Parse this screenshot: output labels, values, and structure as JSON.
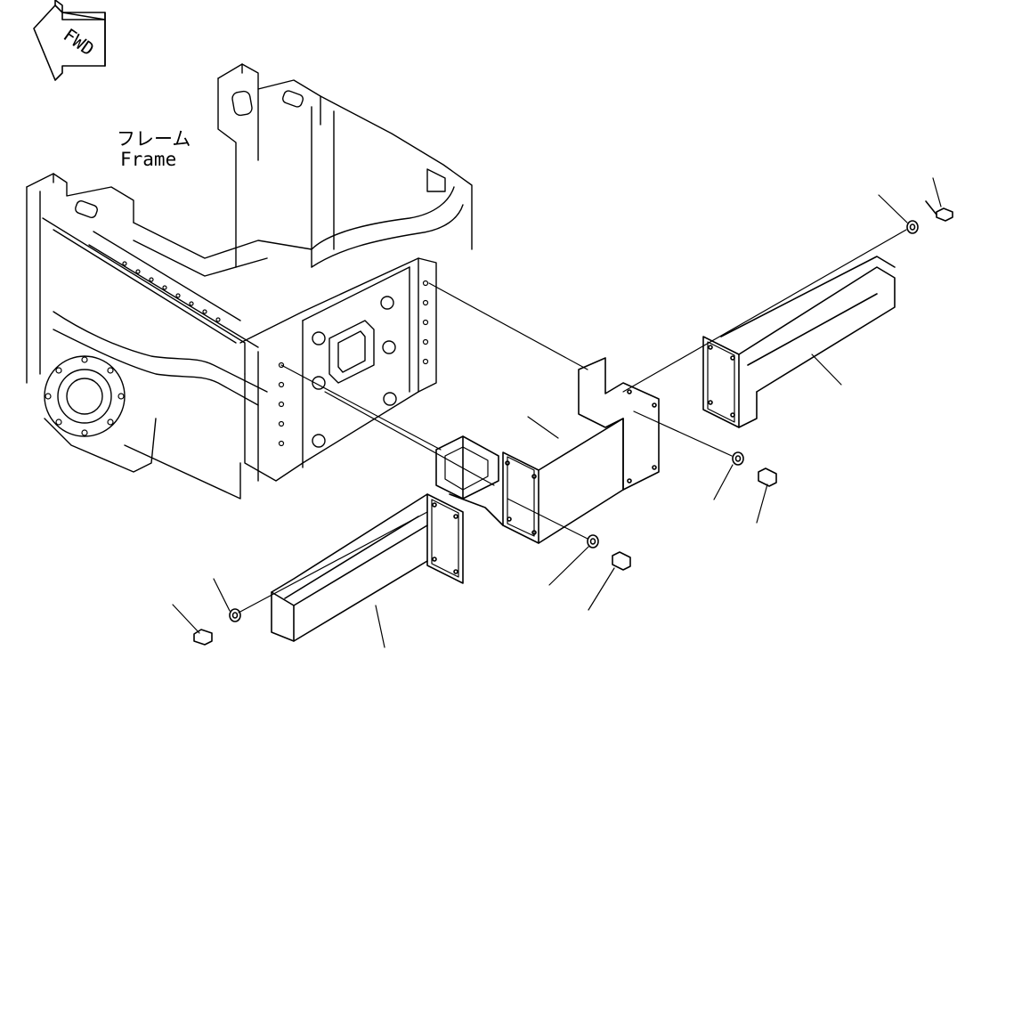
{
  "fwd_badge": {
    "text": "FWD",
    "icon": "fwd-arrow-icon"
  },
  "frame_label": {
    "japanese": "フレーム",
    "english": "Frame"
  },
  "colors": {
    "line": "#000000",
    "background": "#ffffff"
  }
}
